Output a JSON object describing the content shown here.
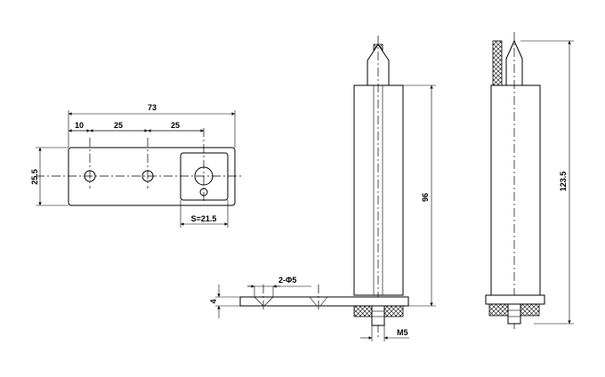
{
  "drawing": {
    "dimensions": {
      "overall_length": "73",
      "offset_a": "10",
      "spacing_1": "25",
      "spacing_2": "25",
      "height": "25.5",
      "stroke": "S=21.5",
      "body_length": "96",
      "total_length": "123.5",
      "plate_thickness": "4",
      "mounting_holes": "2-Φ5",
      "thread": "M5"
    }
  }
}
